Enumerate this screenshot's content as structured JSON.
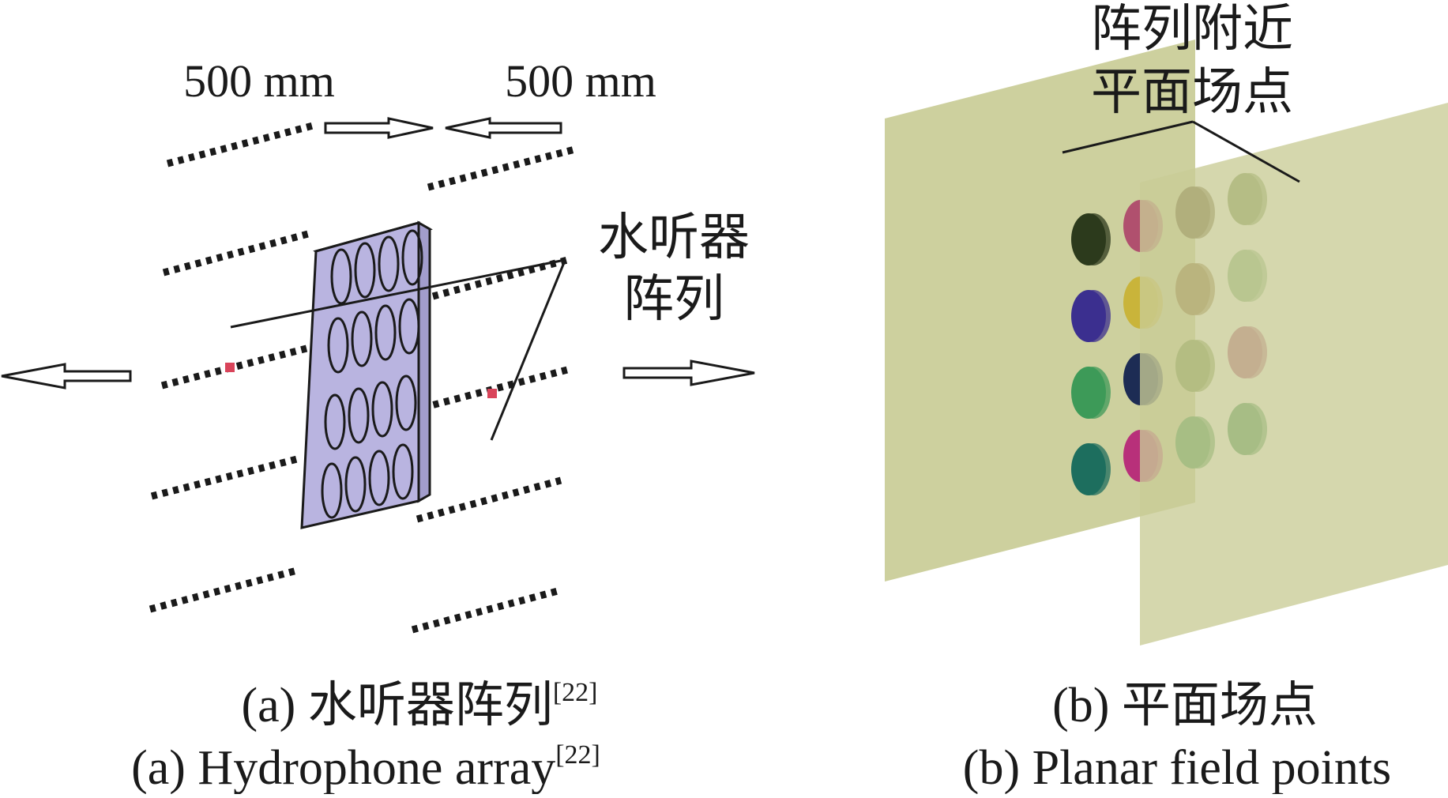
{
  "panel_a": {
    "dim_left": "500 mm",
    "dim_right": "500 mm",
    "array_label_line1": "水听器",
    "array_label_line2": "阵列",
    "caption_cn": "(a) 水听器阵列",
    "caption_cn_ref": "[22]",
    "caption_en": "(a) Hydrophone array",
    "caption_en_ref": "[22]"
  },
  "panel_b": {
    "label_line1": "阵列附近",
    "label_line2": "平面场点",
    "caption_cn": "(b) 平面场点",
    "caption_en": "(b) Planar field points"
  },
  "colors": {
    "plate_fill": "#b9b4e0",
    "plane_fill": "#c9cc96",
    "marker_red": "#d9445a",
    "ink": "#1a1a1a"
  }
}
